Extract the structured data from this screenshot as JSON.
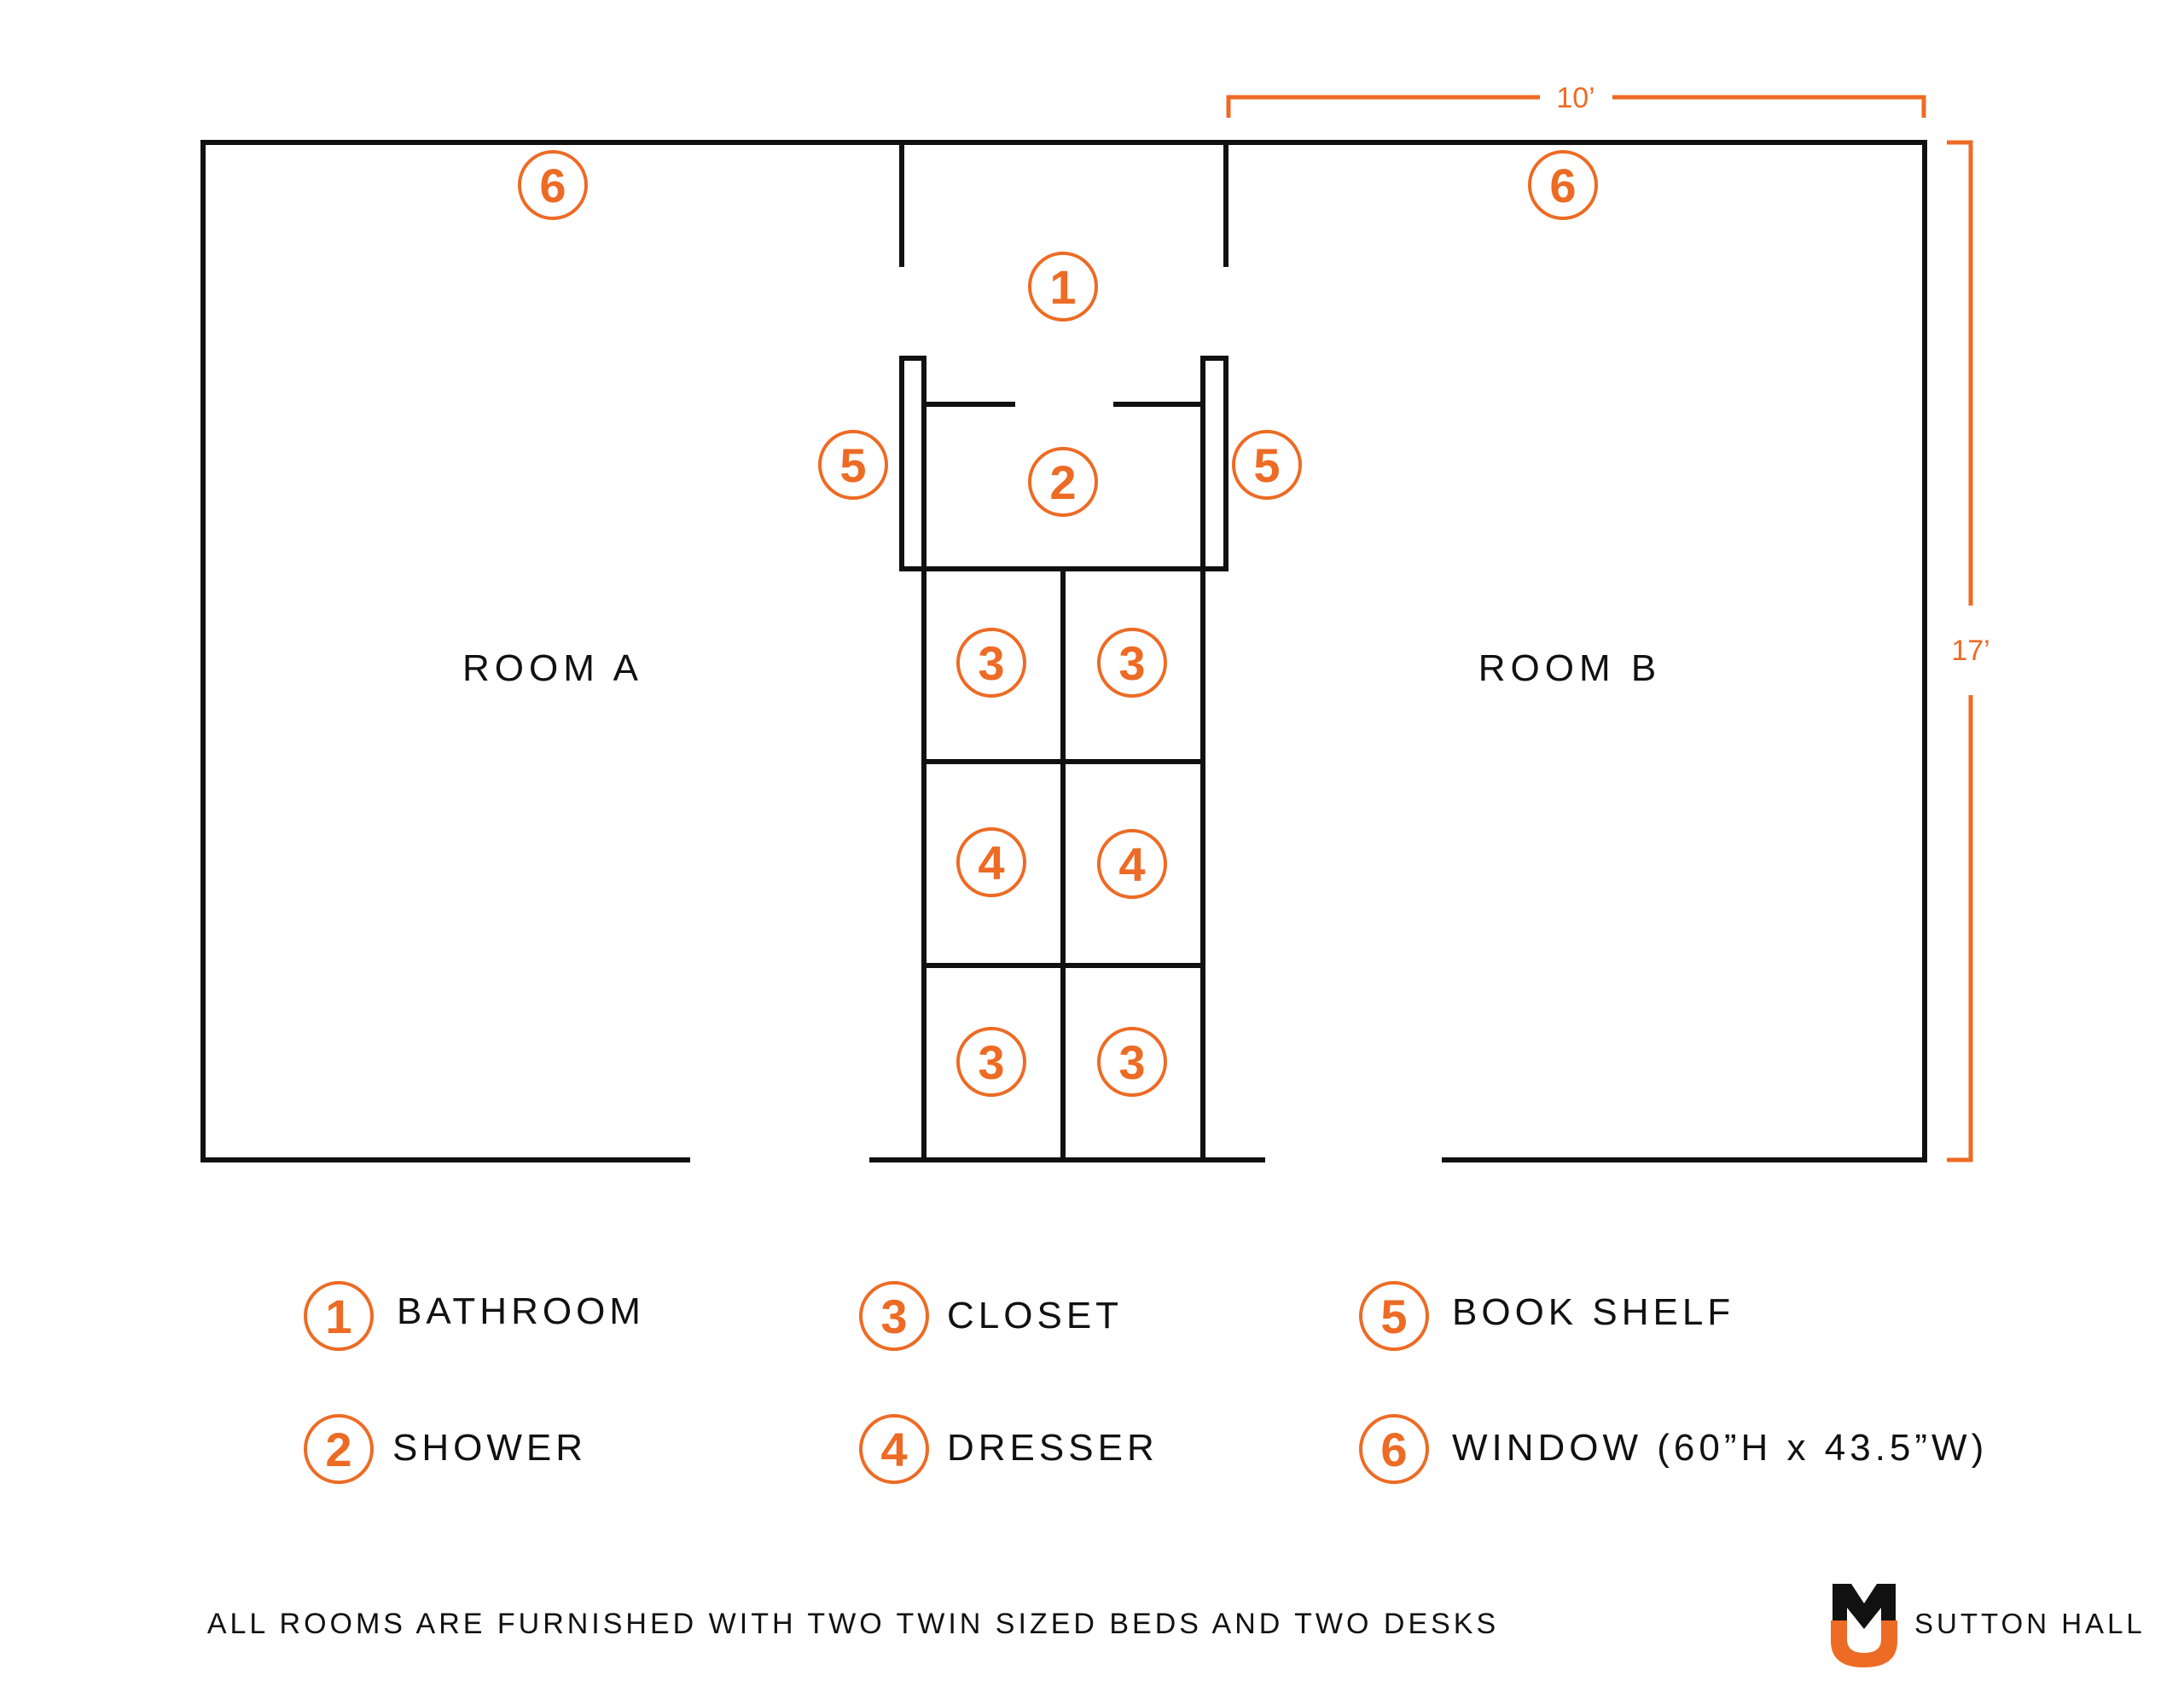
{
  "dimensions": {
    "width_label": "10’",
    "height_label": "17’"
  },
  "rooms": {
    "room_a": "ROOM A",
    "room_b": "ROOM B"
  },
  "markers": {
    "window": "6",
    "bathroom": "1",
    "shower": "2",
    "bookshelf": "5",
    "closet": "3",
    "dresser": "4"
  },
  "legend": [
    {
      "num": "1",
      "label": "BATHROOM"
    },
    {
      "num": "2",
      "label": "SHOWER"
    },
    {
      "num": "3",
      "label": "CLOSET"
    },
    {
      "num": "4",
      "label": "DRESSER"
    },
    {
      "num": "5",
      "label": "BOOK SHELF"
    },
    {
      "num": "6",
      "label": "WINDOW (60”H x 43.5”W)"
    }
  ],
  "footnote": "ALL ROOMS ARE FURNISHED WITH TWO TWIN SIZED BEDS AND TWO DESKS",
  "brand": {
    "name": "SUTTON HALL"
  },
  "colors": {
    "accent": "#ED6B24",
    "line": "#111111",
    "background": "#ffffff"
  }
}
